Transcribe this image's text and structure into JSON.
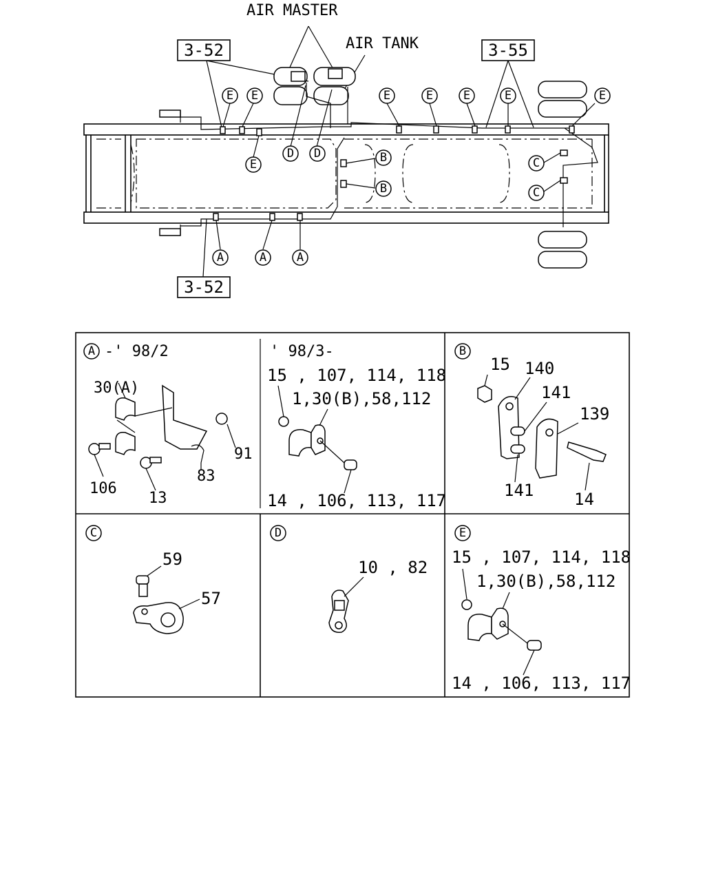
{
  "top": {
    "air_master": "AIR MASTER",
    "air_tank": "AIR TANK",
    "ref_top_left": "3-52",
    "ref_top_right": "3-55",
    "ref_bottom_left": "3-52",
    "markers": {
      "A": "A",
      "B": "B",
      "C": "C",
      "D": "D",
      "E": "E"
    }
  },
  "panels": {
    "a": {
      "marker": "A",
      "title": "-' 98/2",
      "labels": [
        "30(A)",
        "91",
        "106",
        "83",
        "13"
      ]
    },
    "a2": {
      "title": "' 98/3-",
      "line1": "15 , 107, 114, 118",
      "line2": "1,30(B),58,112",
      "line3": "14 , 106, 113, 117"
    },
    "b": {
      "marker": "B",
      "labels": [
        "15",
        "140",
        "141",
        "139",
        "141",
        "14"
      ]
    },
    "c": {
      "marker": "C",
      "labels": [
        "59",
        "57"
      ]
    },
    "d": {
      "marker": "D",
      "labels": [
        "10 , 82"
      ]
    },
    "e": {
      "marker": "E",
      "line1": "15 , 107, 114, 118",
      "line2": "1,30(B),58,112",
      "line3": "14 , 106, 113, 117"
    }
  }
}
